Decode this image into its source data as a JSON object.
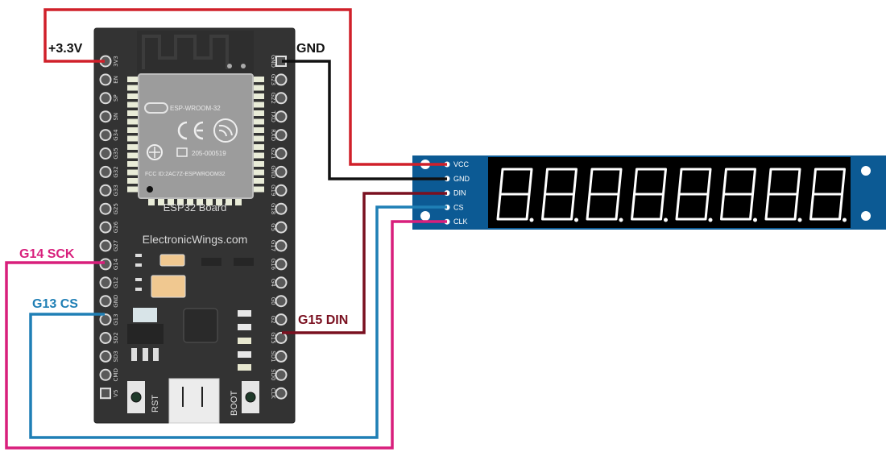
{
  "diagram": {
    "title": "ESP32 to MAX7219 8-digit 7-segment display wiring",
    "board": {
      "name": "ESP32 Board",
      "site": "ElectronicWings.com",
      "module_label": "ESP-WROOM-32",
      "module_cert_1": "205-000519",
      "module_fcc": "FCC ID:2AC7Z-ESPWROOM32",
      "left_pins": [
        "3V3",
        "EN",
        "SP",
        "SN",
        "G34",
        "G35",
        "G32",
        "G33",
        "G25",
        "G26",
        "G27",
        "G14",
        "G12",
        "GND",
        "G13",
        "SD2",
        "SD3",
        "CMD",
        "V5"
      ],
      "right_pins": [
        "GND",
        "G23",
        "G22",
        "TXD",
        "RXD",
        "G21",
        "GND",
        "G19",
        "G18",
        "G5",
        "G17",
        "G16",
        "G4",
        "G0",
        "G2",
        "G15",
        "SD1",
        "SD0",
        "CLK"
      ],
      "buttons": {
        "reset": "RST",
        "boot": "BOOT"
      }
    },
    "display": {
      "digits": 8,
      "pins": [
        "VCC",
        "GND",
        "DIN",
        "CS",
        "CLK"
      ]
    },
    "wire_labels": {
      "vcc": "+3.3V",
      "gnd": "GND",
      "sck": "G14 SCK",
      "cs": "G13 CS",
      "din": "G15 DIN"
    },
    "colors": {
      "vcc_wire": "#d0202a",
      "gnd_wire": "#111111",
      "din_wire": "#7a1020",
      "cs_wire": "#1f7fb5",
      "clk_wire": "#d81f7c",
      "board": "#333333",
      "display_pcb": "#0c5a94",
      "display_face": "#000000",
      "sck_label": "#d81f7c",
      "cs_label": "#1f7fb5",
      "din_label": "#7a1020"
    }
  }
}
